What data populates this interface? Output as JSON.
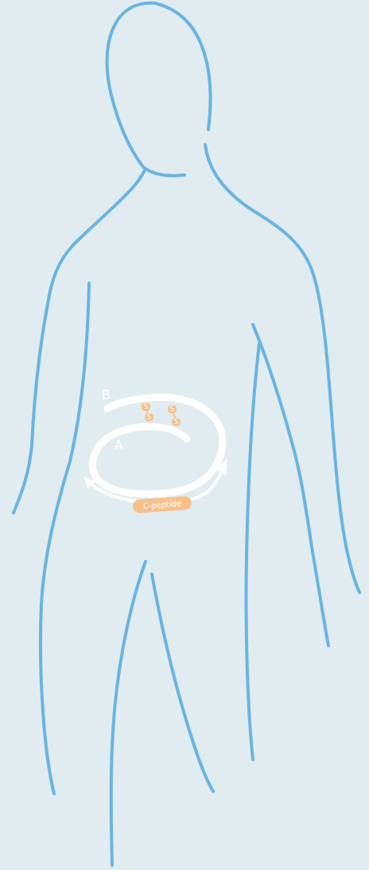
{
  "diagram": {
    "nodes": [
      {
        "text": [
          "S"
        ]
      },
      {
        "text": [
          "S"
        ]
      },
      {
        "text": [
          "S"
        ]
      },
      {
        "text": [
          "S"
        ]
      },
      {
        "text": [
          "C-peptide"
        ]
      }
    ],
    "edges": [
      {
        "from": 0,
        "to": 1,
        "arrow": "none"
      },
      {
        "from": 2,
        "to": 3,
        "arrow": "none"
      }
    ],
    "labels": [
      "B",
      "A"
    ]
  }
}
